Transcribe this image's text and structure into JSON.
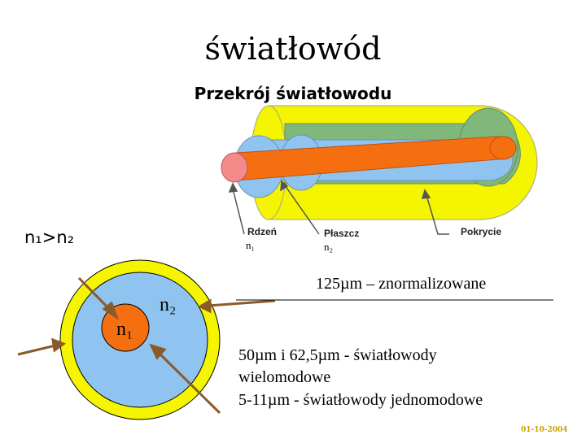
{
  "title": "światłowód",
  "subtitle": "Przekrój światłowodu",
  "condition": "n₁>n₂",
  "fiber_labels": {
    "core": "Rdzeń",
    "cladding": "Płaszcz",
    "coating": "Pokrycie"
  },
  "index_labels": {
    "n1": "n₁",
    "n2": "n₂"
  },
  "cross_section_labels": {
    "n1": "n₁",
    "n2": "n₂"
  },
  "spec_normalized": "125µm – znormalizowane",
  "spec_lines": [
    "50µm i 62,5µm - światłowody",
    "wielomodowe",
    "5-11µm - światłowody jednomodowe"
  ],
  "date": "01-10-2004",
  "colors": {
    "core": "#f56f10",
    "core_tip": "#f58a8a",
    "cladding": "#8fc4f0",
    "inner_coat": "#7fb87a",
    "coating": "#f5f500",
    "arrow": "#8b5a2b"
  }
}
